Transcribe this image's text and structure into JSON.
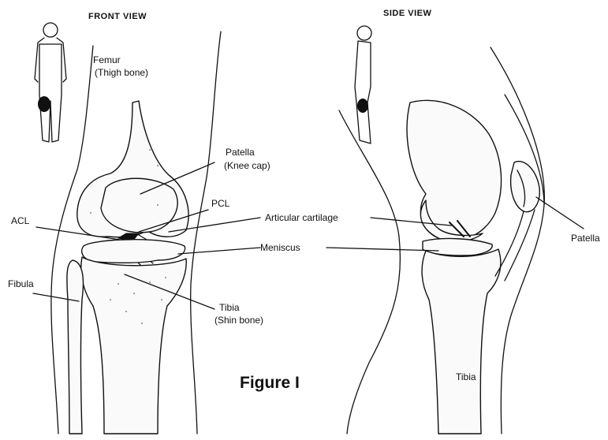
{
  "views": {
    "front": "FRONT VIEW",
    "side": "SIDE VIEW"
  },
  "labels": {
    "femur_line1": "Femur",
    "femur_line2": "(Thigh bone)",
    "patella_front_line1": "Patella",
    "patella_front_line2": "(Knee cap)",
    "pcl": "PCL",
    "acl": "ACL",
    "articular_cartilage": "Articular cartilage",
    "meniscus": "Meniscus",
    "fibula": "Fibula",
    "tibia_front_line1": "Tibia",
    "tibia_front_line2": "(Shin bone)",
    "tibia_side": "Tibia",
    "patella_side": "Patella"
  },
  "caption": "Figure I"
}
